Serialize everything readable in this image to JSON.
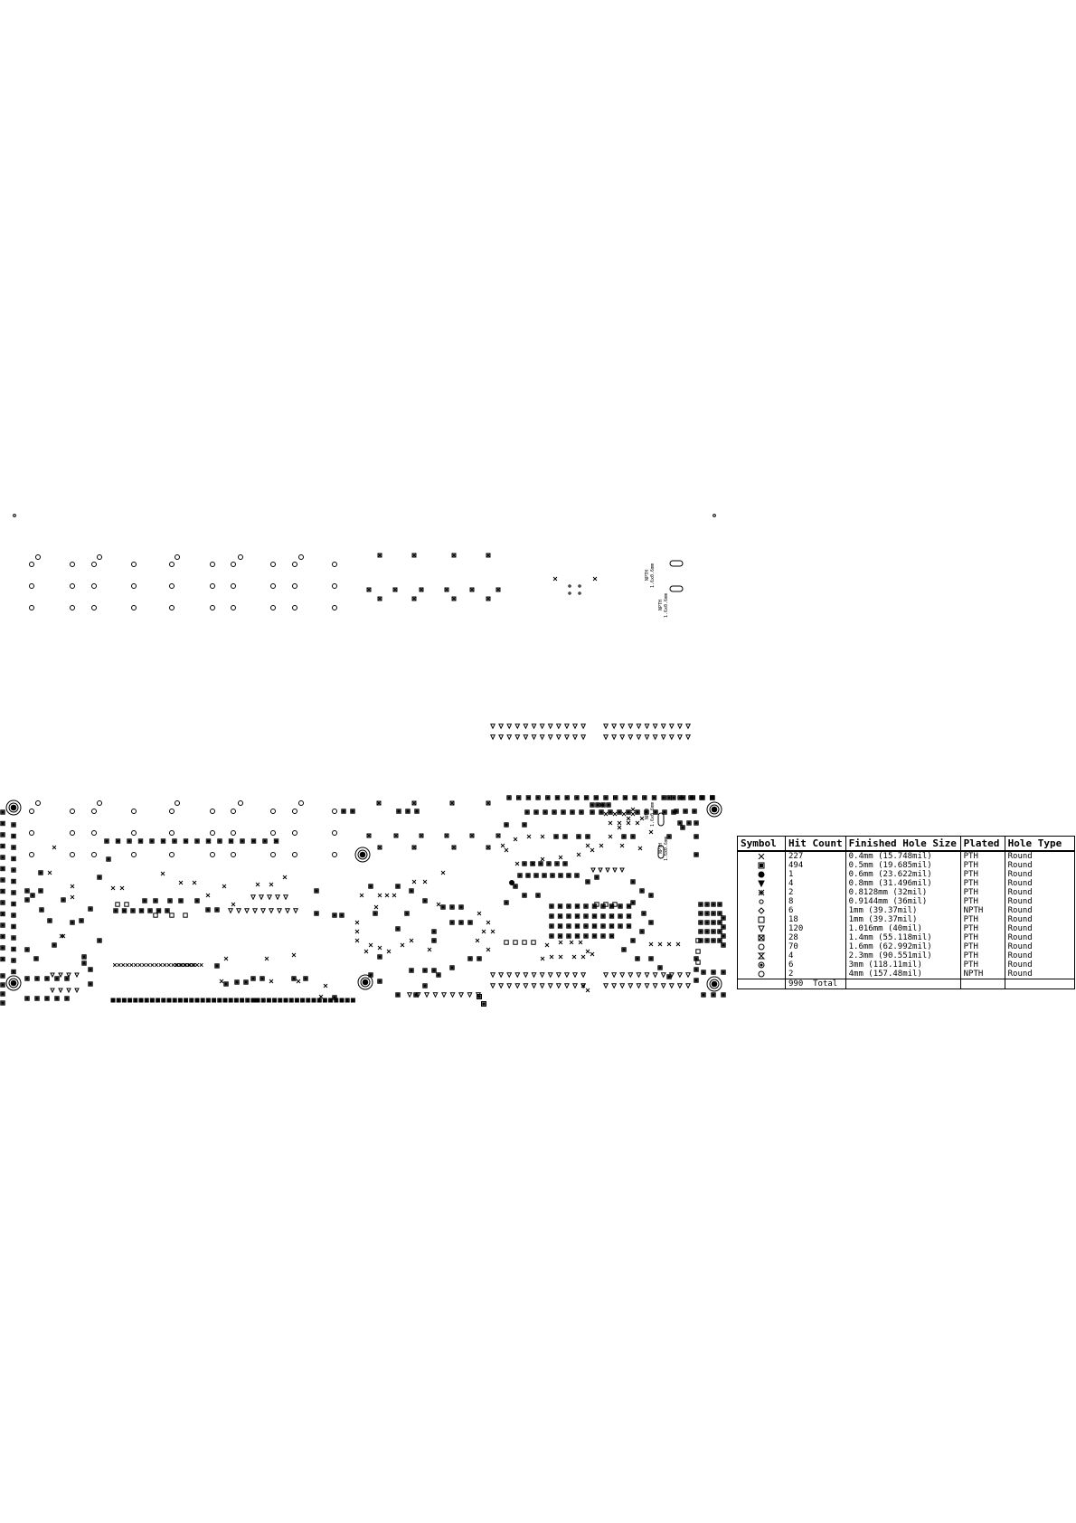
{
  "drill_table": {
    "headers": [
      "Symbol",
      "Hit Count",
      "Finished Hole Size",
      "Plated",
      "Hole Type"
    ],
    "rows": [
      {
        "symbol_icon": "x-cross-icon",
        "hit_count": "227",
        "size": "0.4mm (15.748mil)",
        "plated": "PTH",
        "type": "Round"
      },
      {
        "symbol_icon": "boxed-square-icon",
        "hit_count": "494",
        "size": "0.5mm (19.685mil)",
        "plated": "PTH",
        "type": "Round"
      },
      {
        "symbol_icon": "filled-circle-icon",
        "hit_count": "1",
        "size": "0.6mm (23.622mil)",
        "plated": "PTH",
        "type": "Round"
      },
      {
        "symbol_icon": "filled-triangle-icon",
        "hit_count": "4",
        "size": "0.8mm (31.496mil)",
        "plated": "PTH",
        "type": "Round"
      },
      {
        "symbol_icon": "asterisk-icon",
        "hit_count": "2",
        "size": "0.8128mm (32mil)",
        "plated": "PTH",
        "type": "Round"
      },
      {
        "symbol_icon": "small-circle-icon",
        "hit_count": "8",
        "size": "0.9144mm (36mil)",
        "plated": "PTH",
        "type": "Round"
      },
      {
        "symbol_icon": "diamond-icon",
        "hit_count": "6",
        "size": "1mm (39.37mil)",
        "plated": "NPTH",
        "type": "Round"
      },
      {
        "symbol_icon": "open-square-icon",
        "hit_count": "18",
        "size": "1mm (39.37mil)",
        "plated": "PTH",
        "type": "Round"
      },
      {
        "symbol_icon": "open-triangle-icon",
        "hit_count": "120",
        "size": "1.016mm (40mil)",
        "plated": "PTH",
        "type": "Round"
      },
      {
        "symbol_icon": "crossed-square-icon",
        "hit_count": "28",
        "size": "1.4mm (55.118mil)",
        "plated": "PTH",
        "type": "Round"
      },
      {
        "symbol_icon": "circle-icon",
        "hit_count": "70",
        "size": "1.6mm (62.992mil)",
        "plated": "PTH",
        "type": "Round"
      },
      {
        "symbol_icon": "hourglass-icon",
        "hit_count": "4",
        "size": "2.3mm (90.551mil)",
        "plated": "PTH",
        "type": "Round"
      },
      {
        "symbol_icon": "dotted-circle-icon",
        "hit_count": "6",
        "size": "3mm (118.11mil)",
        "plated": "PTH",
        "type": "Round"
      },
      {
        "symbol_icon": "open-circle-icon",
        "hit_count": "2",
        "size": "4mm (157.48mil)",
        "plated": "NPTH",
        "type": "Round"
      }
    ],
    "total_count": "990",
    "total_label": "Total"
  },
  "board_labels": {
    "nptl_label": "NPTH",
    "slot_label": "1.6x0.6mm"
  }
}
